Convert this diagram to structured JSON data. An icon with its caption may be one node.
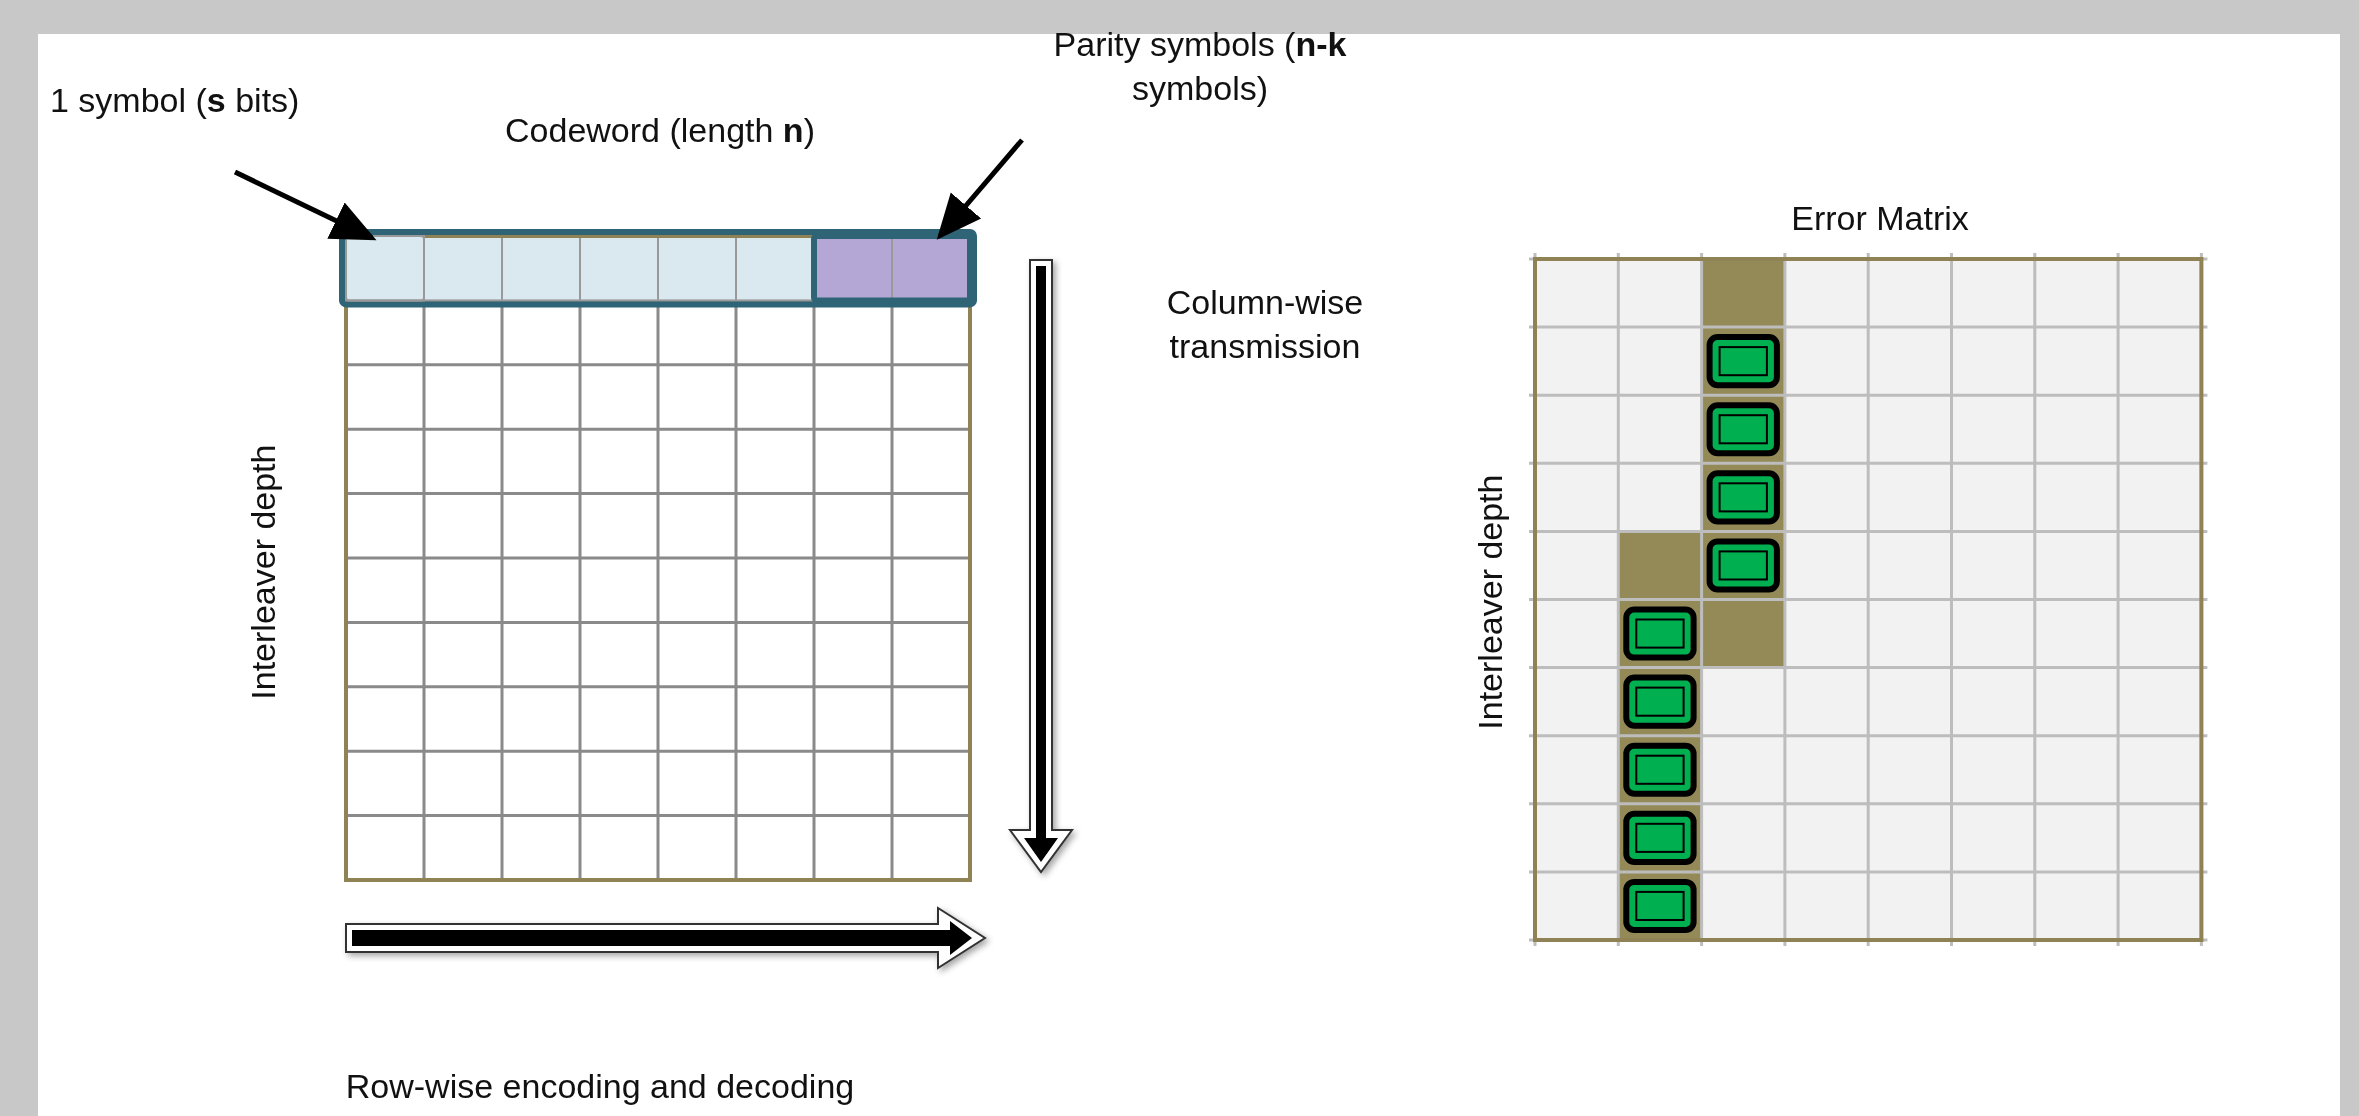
{
  "diagram": {
    "nodes": [
      {
        "text": [
          "1 symbol (**s** bits)"
        ]
      },
      {
        "text": [],
        "shape": "box"
      },
      {
        "text": [
          "Parity symbols (**n-k** symbols)"
        ]
      },
      {
        "text": [],
        "shape": "box"
      }
    ],
    "edges": [
      {
        "from": 0,
        "to": 1,
        "arrow": "to"
      },
      {
        "from": 2,
        "to": 3,
        "arrow": "to"
      }
    ],
    "labels": [
      "Codeword (length **n**)",
      "Error Matrix",
      "Column-wise transmission",
      "Interleaver depth",
      "Interleaver depth",
      "Row-wise encoding and decoding"
    ]
  }
}
